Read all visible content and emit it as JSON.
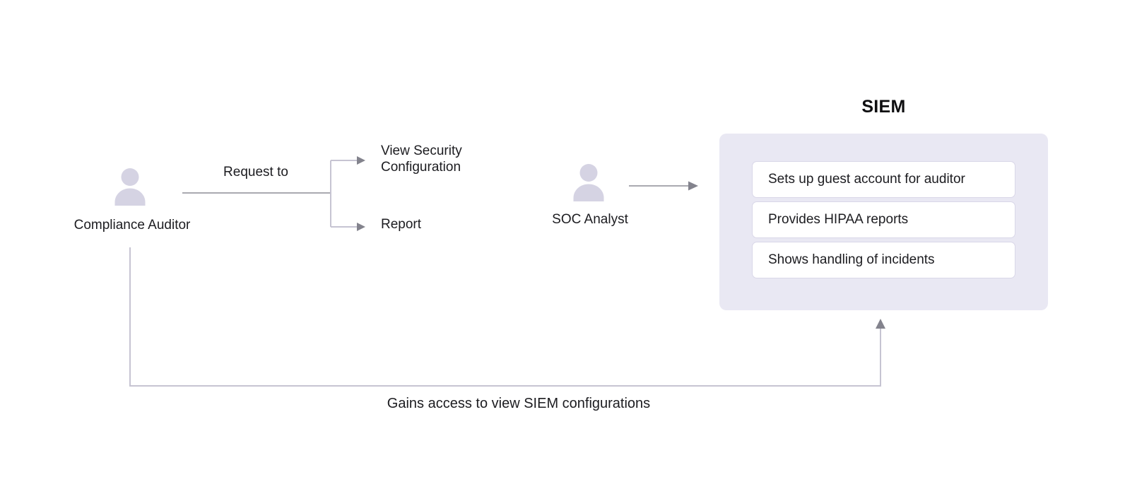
{
  "diagram": {
    "actors": {
      "compliance_auditor": {
        "label": "Compliance Auditor"
      },
      "soc_analyst": {
        "label": "SOC Analyst"
      }
    },
    "edges": {
      "request_to": {
        "label": "Request to",
        "targets": [
          "View Security Configuration",
          "Report"
        ]
      },
      "gains_access": {
        "label": "Gains access to view SIEM configurations"
      }
    },
    "siem": {
      "title": "SIEM",
      "items": [
        "Sets up guest account for auditor",
        "Provides HIPAA reports",
        "Shows handling of incidents"
      ]
    },
    "colors": {
      "person_icon": "#d5d3e3",
      "siem_box_bg": "#e9e8f3",
      "card_bg": "#ffffff",
      "card_border": "#d9d7e8",
      "connector_dark": "#8e8e96",
      "connector_light": "#c6c4d2",
      "arrowhead": "#83838d",
      "text": "#1c1c20"
    }
  }
}
